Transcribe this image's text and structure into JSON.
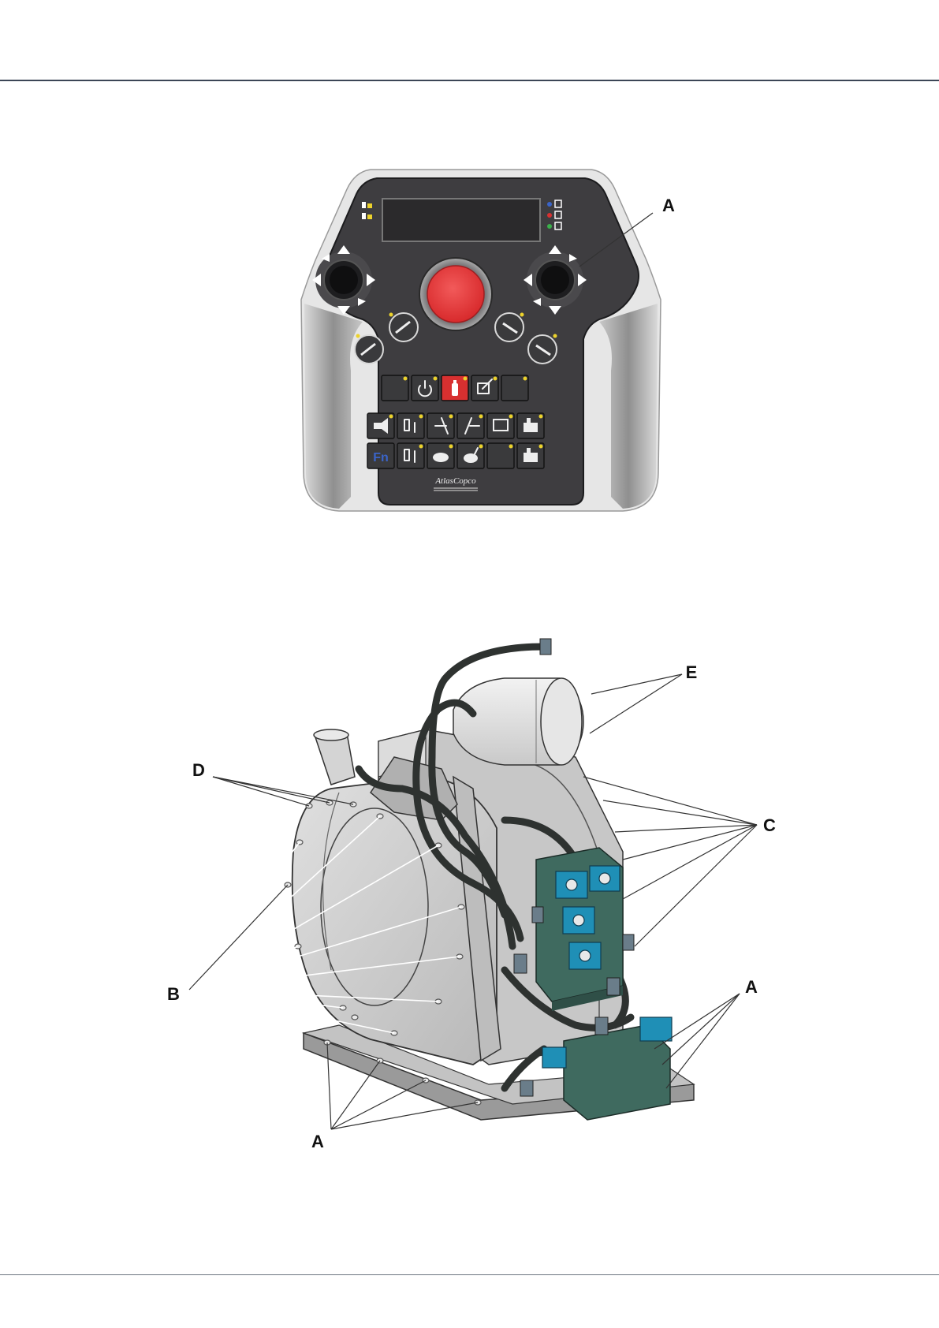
{
  "figure1": {
    "labels": {
      "a": "A"
    },
    "panel": {
      "fn_key": "Fn",
      "brand": "AtlasCopco"
    },
    "colors": {
      "panel_face": "#3e3d40",
      "stop_button": "#e8393b",
      "led": "#ecd22c",
      "fn_text": "#3a64c8"
    }
  },
  "figure2": {
    "labels": {
      "a_top": "A",
      "a_bottom": "A",
      "b": "B",
      "c": "C",
      "d": "D",
      "e": "E"
    },
    "colors": {
      "housing": "#cfcfcf",
      "valve_block": "#3f6a5f",
      "solenoid": "#1f8fb6",
      "hose": "#2e3230"
    }
  }
}
